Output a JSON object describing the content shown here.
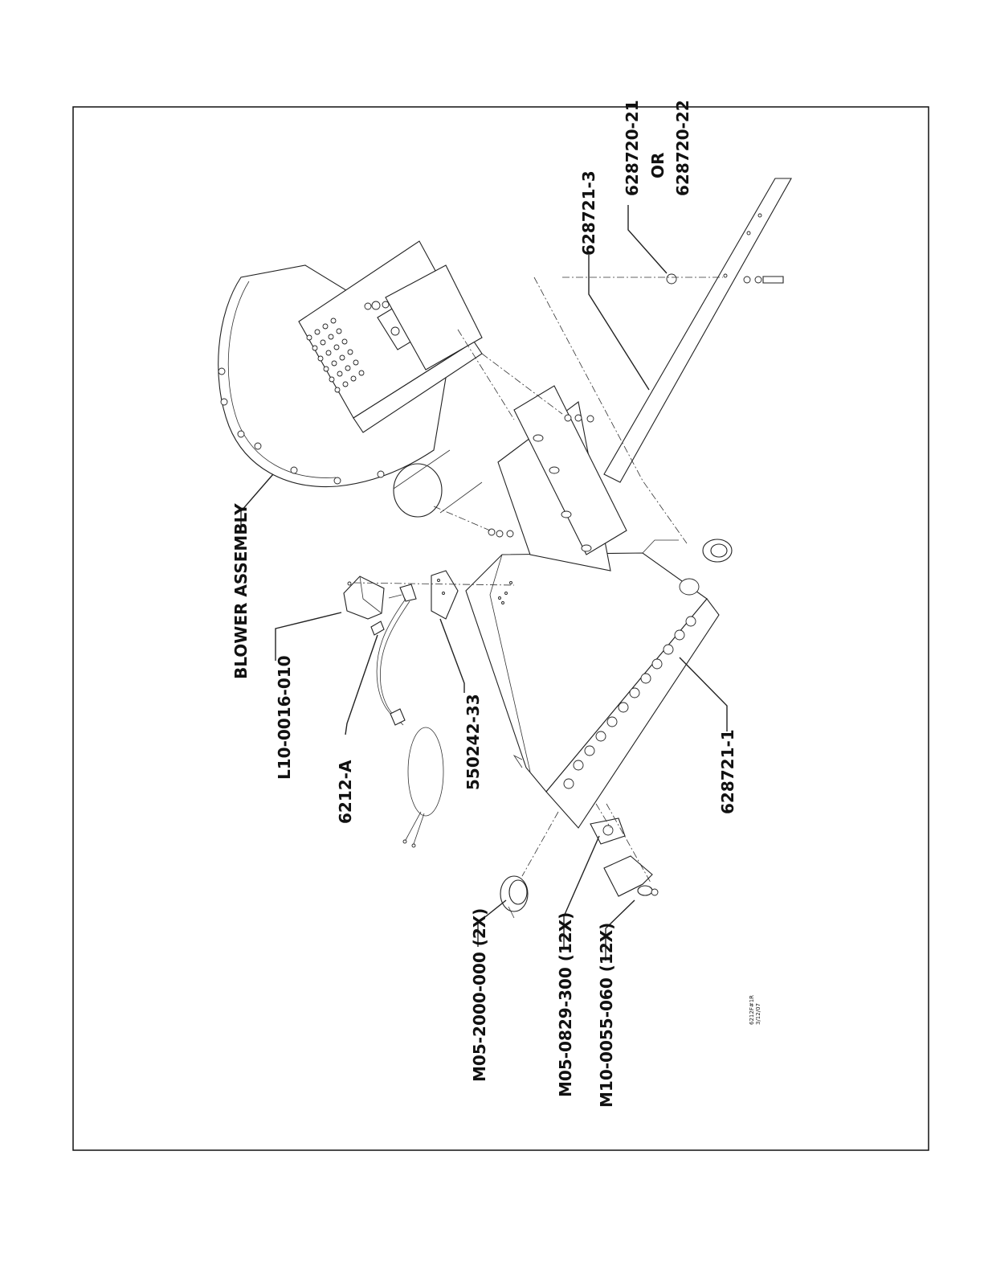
{
  "labels": {
    "blower_assembly": "BLOWER ASSEMBLY",
    "l10_0016_010": "L10-0016-010",
    "p6212_a": "6212-A",
    "p550242_33": "550242-33",
    "p628721_1": "628721-1",
    "p628721_3": "628721-3",
    "p628720_21": "628720-21",
    "or_word": "OR",
    "p628720_22": "628720-22",
    "m05_2000_000": "M05-2000-000 (2X)",
    "m05_0829_300": "M05-0829-300 (12X)",
    "m10_0055_060": "M10-0055-060 (12X)"
  },
  "drawing_id": {
    "line1": "6212F#1R",
    "line2": "3/12/07"
  }
}
